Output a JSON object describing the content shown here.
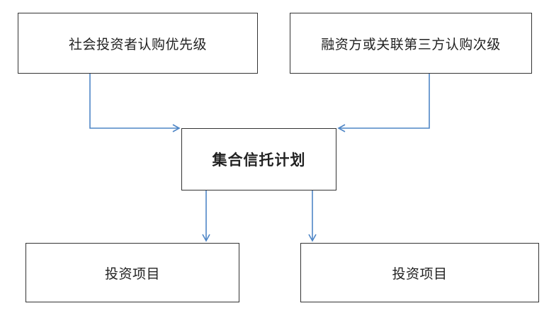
{
  "diagram": {
    "colors": {
      "connector": "#4f86c6",
      "box_border": "#333333",
      "text": "#222222",
      "background": "#ffffff"
    },
    "nodes": {
      "senior": "社会投资者认购优先级",
      "junior": "融资方或关联第三方认购次级",
      "trust": "集合信托计划",
      "project_left": "投资项目",
      "project_right": "投资项目"
    }
  }
}
